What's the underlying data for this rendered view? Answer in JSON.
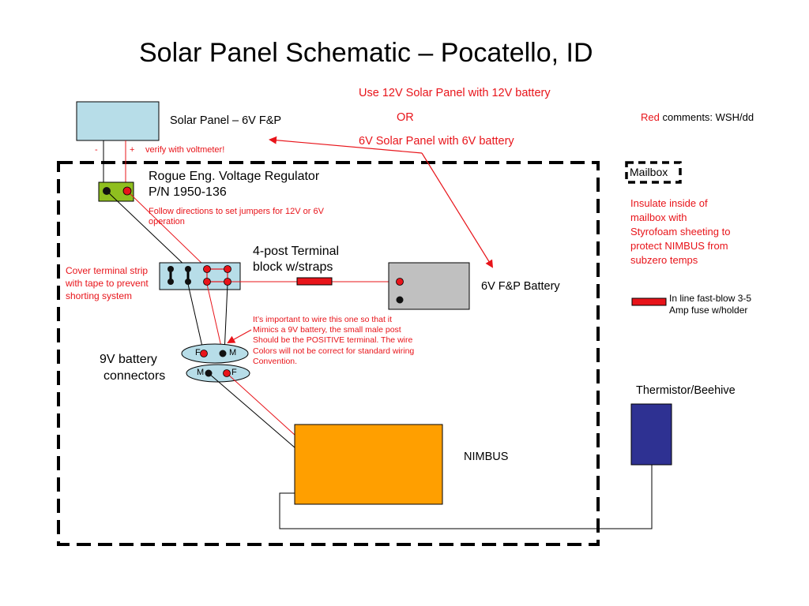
{
  "title": "Solar Panel Schematic – Pocatello, ID",
  "note_12v": "Use 12V Solar Panel with 12V battery",
  "note_or": "OR",
  "note_6v": "6V Solar Panel with 6V battery",
  "comments": {
    "red_word": "Red",
    "rest": " comments: WSH/dd"
  },
  "solar_panel": {
    "label": "Solar Panel – 6V F&P",
    "minus": "-",
    "plus": "+",
    "verify": "verify with voltmeter!"
  },
  "regulator": {
    "line1": "Rogue Eng. Voltage Regulator",
    "line2": "P/N 1950-136",
    "note_line1": "Follow directions to set jumpers for 12V or 6V",
    "note_line2": "operation"
  },
  "terminal": {
    "line1": "4-post Terminal",
    "line2": "block w/straps"
  },
  "cover_note": [
    "Cover terminal strip",
    "with tape to prevent",
    "shorting system"
  ],
  "battery": {
    "label": "6V F&P Battery"
  },
  "mailbox": {
    "label": "Mailbox",
    "note": [
      "Insulate inside of",
      "mailbox with",
      "Styrofoam sheeting to",
      "protect NIMBUS from",
      "subzero temps"
    ]
  },
  "fuse_legend": [
    "In line fast-blow 3-5",
    "Amp fuse w/holder"
  ],
  "wire_note": [
    "It’s important to wire this one so that it",
    "Mimics a 9V battery, the small male post",
    "Should be the POSITIVE terminal. The wire",
    "Colors will not be correct for standard wiring",
    "Convention."
  ],
  "connectors": {
    "label_line1": "9V battery",
    "label_line2": "connectors",
    "top_f": "F",
    "top_m": "M",
    "bottom_m": "M",
    "bottom_f": "F"
  },
  "nimbus": {
    "label": "NIMBUS"
  },
  "thermistor": {
    "label": "Thermistor/Beehive"
  },
  "colors": {
    "red": "#e8141a",
    "panel_fill": "#b7dde8",
    "regulator_fill": "#8fbf1f",
    "battery_fill": "#c0c0c0",
    "nimbus_fill": "#ff9f00",
    "thermistor_fill": "#2e3192"
  }
}
